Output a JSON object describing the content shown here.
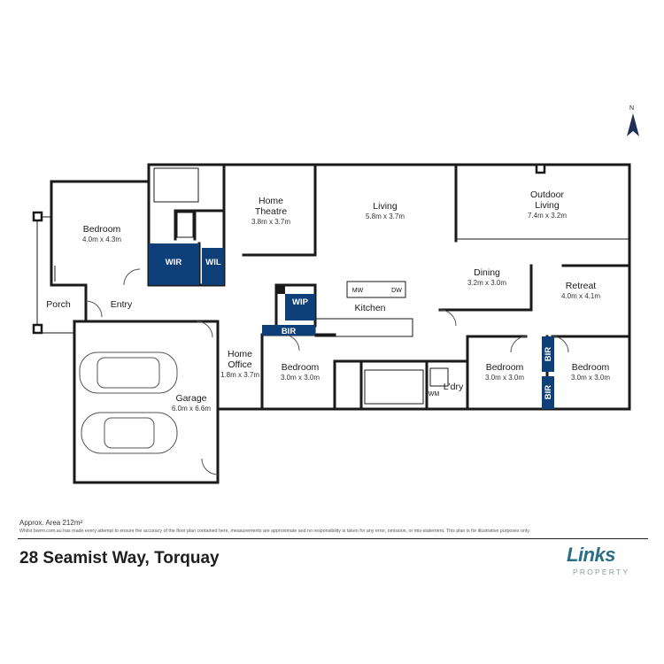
{
  "rooms": {
    "bedroom_main": {
      "name": "Bedroom",
      "dims": "4.0m x 4.3m"
    },
    "home_theatre": {
      "name_line1": "Home",
      "name_line2": "Theatre",
      "dims": "3.8m x 3.7m"
    },
    "living": {
      "name": "Living",
      "dims": "5.8m x 3.7m"
    },
    "outdoor_living": {
      "name_line1": "Outdoor",
      "name_line2": "Living",
      "dims": "7.4m x 3.2m"
    },
    "dining": {
      "name": "Dining",
      "dims": "3.2m x 3.0m"
    },
    "retreat": {
      "name": "Retreat",
      "dims": "4.0m x 4.1m"
    },
    "kitchen": {
      "name": "Kitchen"
    },
    "porch": {
      "name": "Porch"
    },
    "entry": {
      "name": "Entry"
    },
    "home_office": {
      "name_line1": "Home",
      "name_line2": "Office",
      "dims": "1.8m x 3.7m"
    },
    "garage": {
      "name": "Garage",
      "dims": "6.0m x 6.6m"
    },
    "bedroom_2": {
      "name": "Bedroom",
      "dims": "3.0m x 3.0m"
    },
    "bedroom_3": {
      "name": "Bedroom",
      "dims": "3.0m x 3.0m"
    },
    "bedroom_4": {
      "name": "Bedroom",
      "dims": "3.0m x 3.0m"
    },
    "laundry": {
      "name": "L'dry"
    }
  },
  "fixtures": {
    "wir": "WIR",
    "wil": "WIL",
    "wip": "WIP",
    "bir_kitchen": "BIR",
    "bir_upper": "BIR",
    "bir_lower": "BIR",
    "mw": "MW",
    "dw": "DW",
    "wm": "WM"
  },
  "compass": {
    "label": "N"
  },
  "footer": {
    "area": "Approx. Area 212m²",
    "disclaimer": "Whilst bwrm.com.au has made every attempt to ensure the accuracy of the floor plan contained here, measurements are approximate and no responsibility is taken for any error, omission, or mis-statement. This plan is for illustrative purposes only.",
    "address": "28 Seamist Way, Torquay"
  },
  "logo": {
    "main": "Links",
    "sub": "PROPERTY"
  },
  "colors": {
    "wall": "#1a1a1a",
    "built_in": "#0f3f78",
    "logo": "#2b6f87"
  }
}
